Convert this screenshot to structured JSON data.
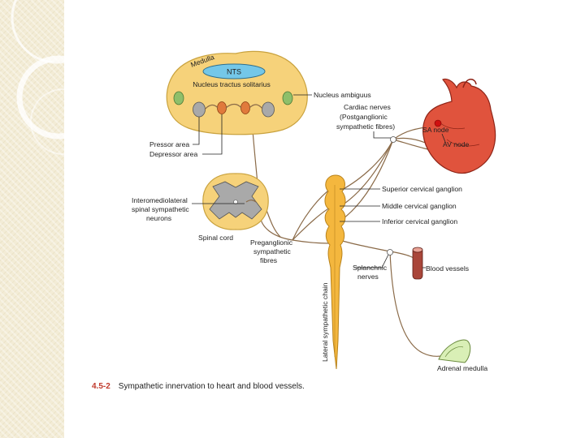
{
  "diagram": {
    "medulla": "Medulla",
    "nts": "NTS",
    "nucleus_tractus": "Nucleus tractus solitarius",
    "nucleus_ambiguus": "Nucleus ambiguus",
    "pressor_area": "Pressor area",
    "depressor_area": "Depressor area",
    "intero_line1": "Interomediolateral",
    "intero_line2": "spinal sympathetic",
    "intero_line3": "neurons",
    "spinal_cord": "Spinal cord",
    "pregang_line1": "Preganglionic",
    "pregang_line2": "sympathetic",
    "pregang_line3": "fibres",
    "cardiac_line1": "Cardiac nerves",
    "cardiac_line2": "(Postganglionic",
    "cardiac_line3": "sympathetic fibres)",
    "sa_node": "SA node",
    "av_node": "AV node",
    "superior_ganglion": "Superior cervical ganglion",
    "middle_ganglion": "Middle cervical ganglion",
    "inferior_ganglion": "Inferior cervical ganglion",
    "splanchnic_line1": "Splanchnic",
    "splanchnic_line2": "nerves",
    "blood_vessels": "Blood vessels",
    "sympathetic_chain": "Lateral sympathetic chain",
    "adrenal_medulla": "Adrenal medulla"
  },
  "caption": {
    "figure_number": "4.5-2",
    "text": "Sympathetic innervation to heart and blood vessels."
  },
  "colors": {
    "medulla_fill": "#f6d27a",
    "nts_fill": "#74c7e8",
    "nerve": "#8a6a48",
    "heart": "#e0533d",
    "figure_number": "#c0392b"
  }
}
